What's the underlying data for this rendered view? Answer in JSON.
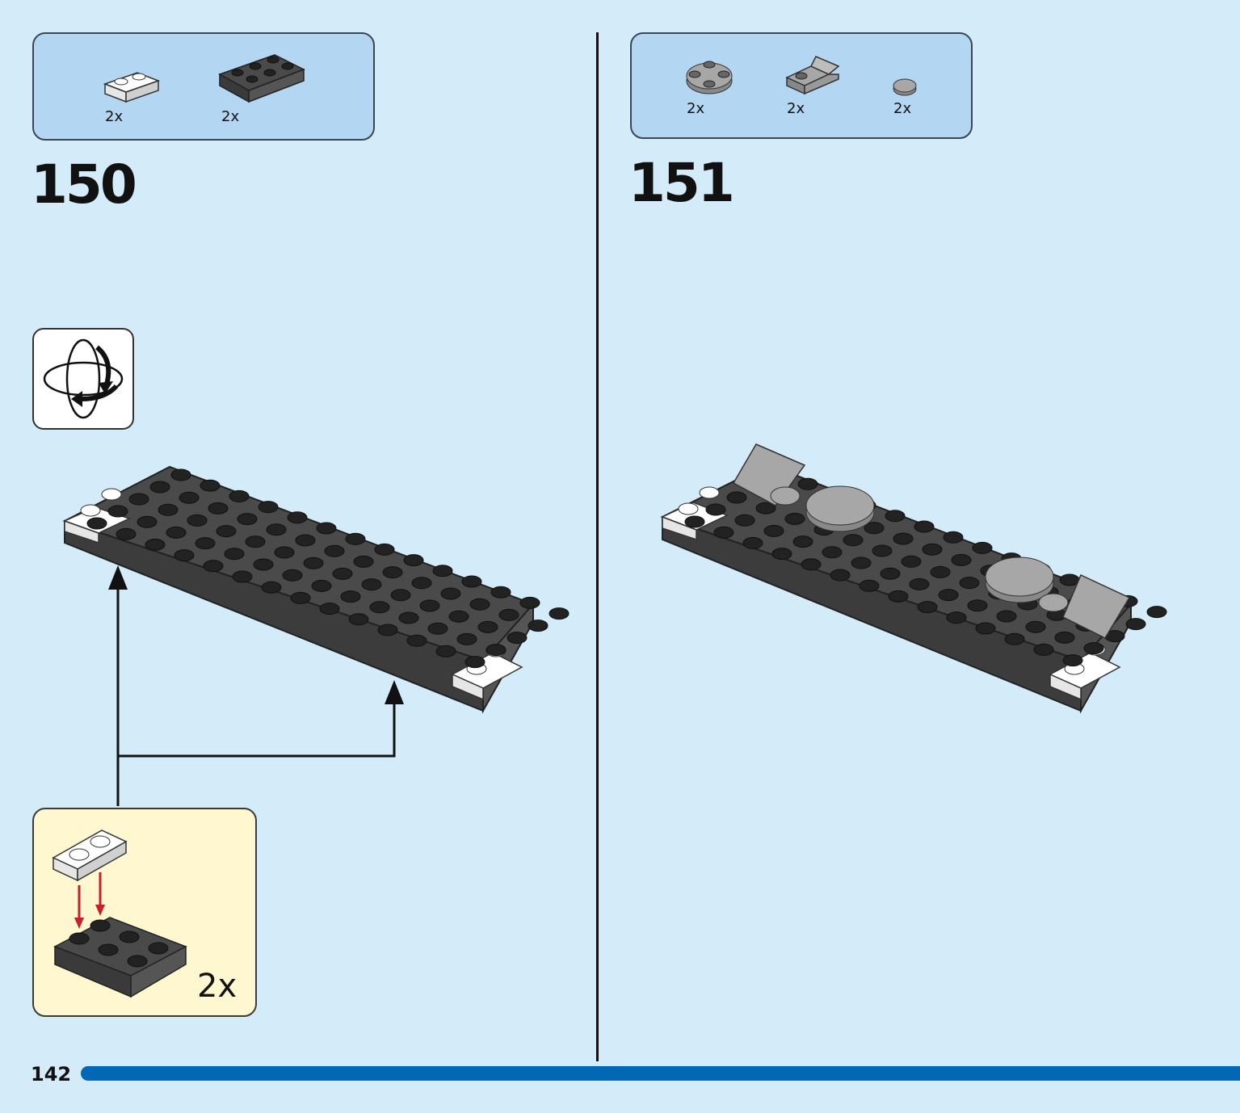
{
  "page": {
    "number": "142"
  },
  "steps": [
    {
      "number": "150",
      "parts": [
        {
          "qty": "2x",
          "name": "white plate 1x2",
          "color": "#ffffff"
        },
        {
          "qty": "2x",
          "name": "dark grey plate 2x3",
          "color": "#4a4a4a"
        }
      ],
      "subassembly": {
        "qty": "2x"
      },
      "has_rotate_icon": true
    },
    {
      "number": "151",
      "parts": [
        {
          "qty": "2x",
          "name": "light grey round plate 2x2",
          "color": "#a7a7a7"
        },
        {
          "qty": "2x",
          "name": "light grey bracket",
          "color": "#a7a7a7"
        },
        {
          "qty": "2x",
          "name": "light grey round tile 1x1",
          "color": "#a7a7a7"
        }
      ]
    }
  ],
  "colors": {
    "background": "#d4ebfa",
    "parts_box": "#b3d7f3",
    "subassembly_box": "#fff7cf",
    "progress_bar": "#0068b5",
    "dark_brick": "#4a4a4a",
    "light_brick": "#a7a7a7",
    "arrow_red": "#c8202a"
  }
}
